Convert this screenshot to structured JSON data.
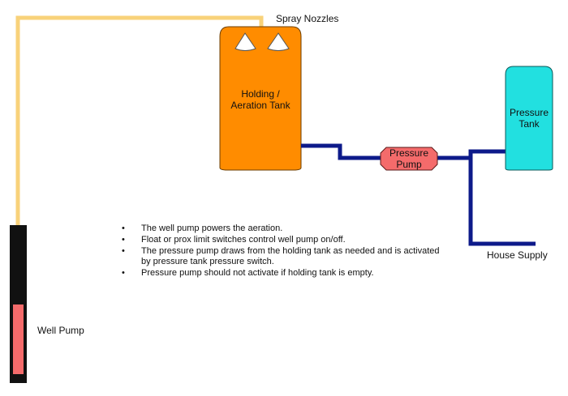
{
  "labels": {
    "spray_nozzles": "Spray Nozzles",
    "holding_tank_line1": "Holding /",
    "holding_tank_line2": "Aeration Tank",
    "pressure_tank_line1": "Pressure",
    "pressure_tank_line2": "Tank",
    "pressure_pump_line1": "Pressure",
    "pressure_pump_line2": "Pump",
    "house_supply": "House Supply",
    "well_pump": "Well Pump"
  },
  "notes": [
    "The well pump powers the aeration.",
    "Float or prox limit switches control well pump on/off.",
    "The pressure pump draws from the holding tank as needed and is activated by pressure tank pressure switch.",
    "Pressure pump should not activate if holding tank is empty."
  ],
  "colors": {
    "well_pipe": "#f8d27a",
    "water_pipe": "#0d1a8a",
    "holding_tank": "#ff8c00",
    "pressure_tank": "#22e0e0",
    "pressure_pump": "#f46b6b",
    "well_pump": "#f46b6b",
    "well_casing": "#111111"
  }
}
